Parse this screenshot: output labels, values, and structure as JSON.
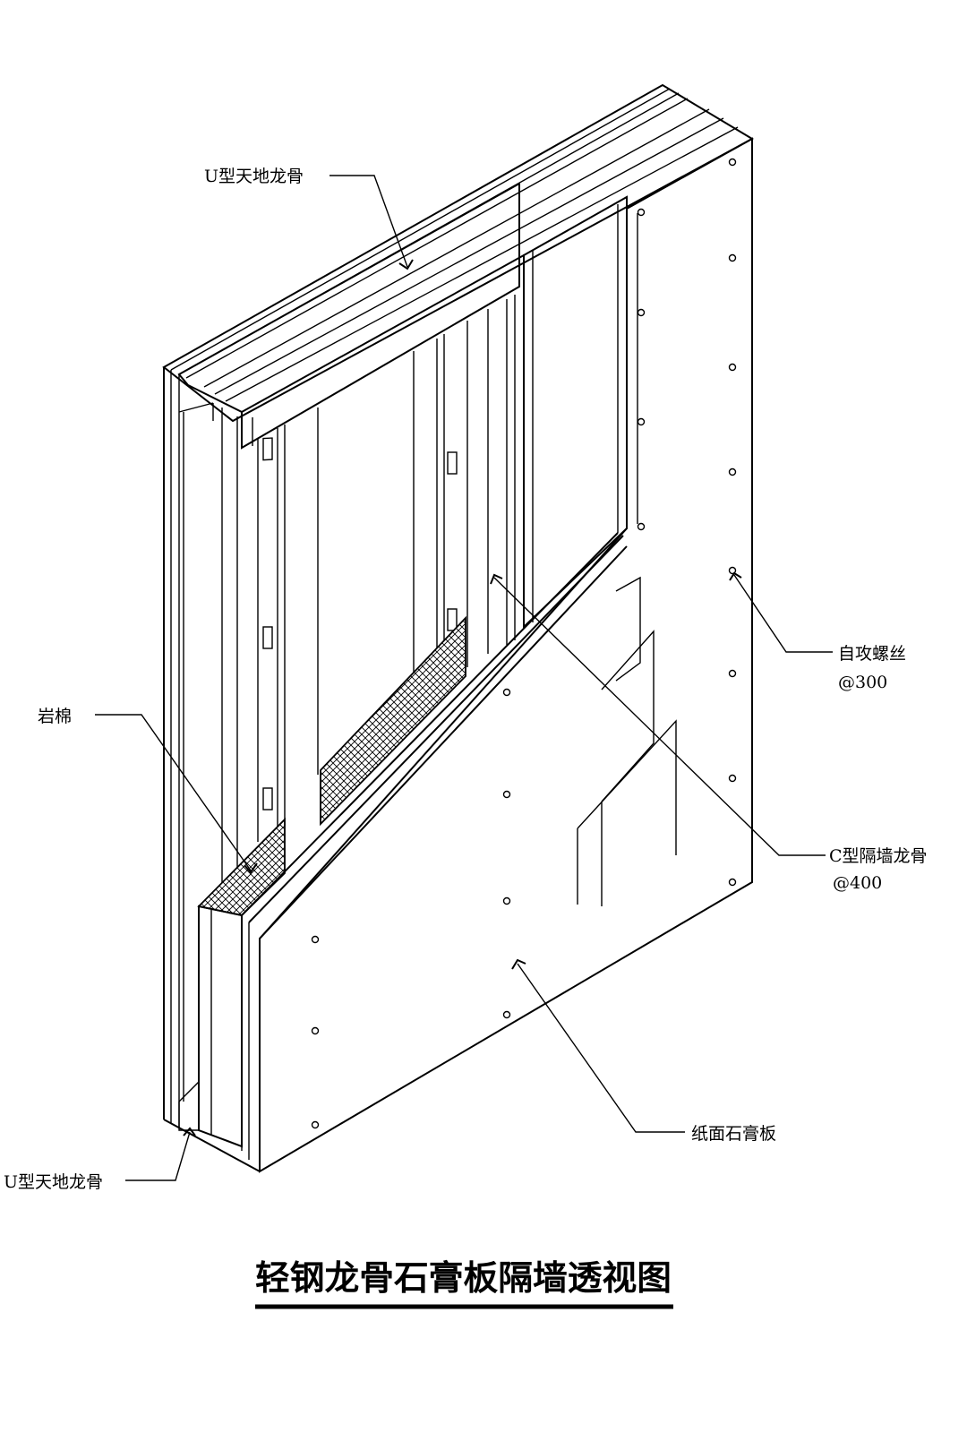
{
  "labels": {
    "u_track_top": "U型天地龙骨",
    "rock_wool": "岩棉",
    "self_tapping_screw": "自攻螺丝",
    "screw_spacing": "@300",
    "c_stud": "C型隔墙龙骨",
    "stud_spacing": "@400",
    "gypsum_board": "纸面石膏板",
    "u_track_bottom": "U型天地龙骨"
  },
  "title": "轻钢龙骨石膏板隔墙透视图",
  "colors": {
    "line": "#000000",
    "background": "#ffffff"
  }
}
